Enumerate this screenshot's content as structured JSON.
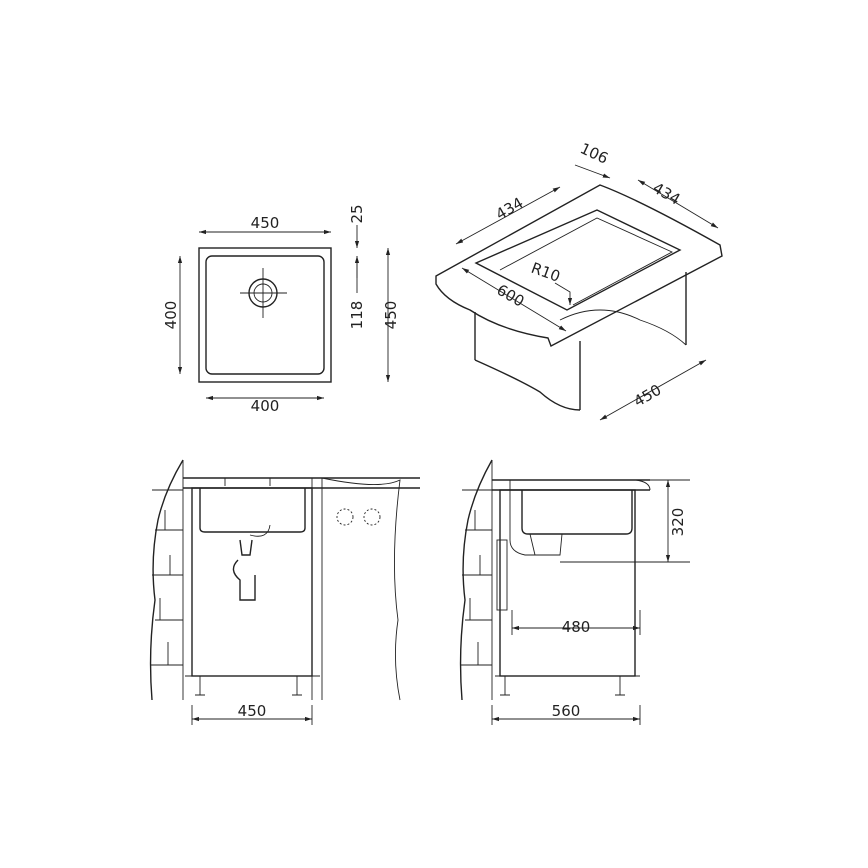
{
  "top_view": {
    "width_top": "450",
    "height_left": "400",
    "width_bottom": "400",
    "offset_top": "25",
    "drain_offset": "118",
    "height_right": "450"
  },
  "iso_view": {
    "depth_top": "106",
    "length_left": "434",
    "length_right": "434",
    "radius": "R10",
    "worktop": "600",
    "cabinet": "450"
  },
  "front_view": {
    "cabinet_width": "450"
  },
  "side_view": {
    "depth": "320",
    "drain_distance": "480",
    "cabinet_depth": "560"
  },
  "colors": {
    "line": "#222222",
    "background": "#ffffff"
  }
}
